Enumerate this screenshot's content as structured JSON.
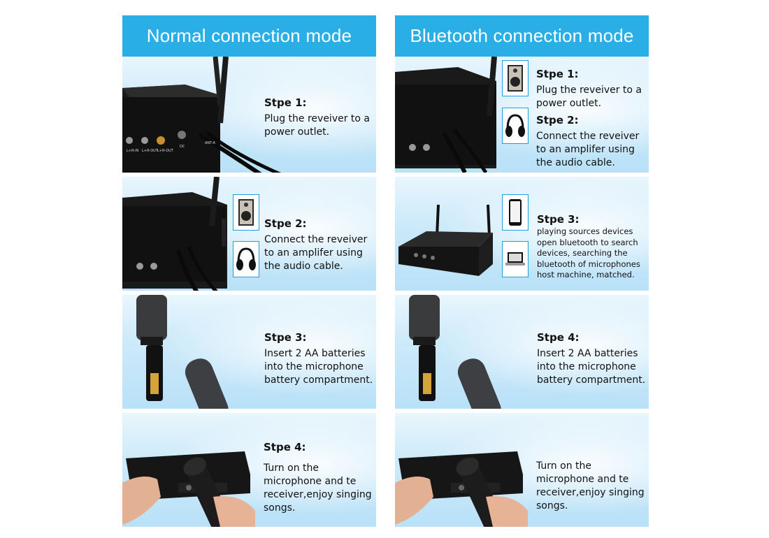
{
  "left": {
    "header": "Normal connection mode",
    "steps": [
      {
        "title": "Stpe 1:",
        "body": "Plug the reveiver to a power outlet."
      },
      {
        "title": "Stpe 2:",
        "body": "Connect the reveiver to an amplifer using the audio cable."
      },
      {
        "title": "Stpe 3:",
        "body": "Insert 2 AA batteries into the microphone battery compartment."
      },
      {
        "title": "Stpe 4:",
        "body": "Turn on the microphone and te receiver,enjoy singing songs."
      }
    ]
  },
  "right": {
    "header": "Bluetooth connection mode",
    "steps": [
      {
        "title": "Stpe 1:",
        "body": "Plug the reveiver to a power outlet."
      },
      {
        "title": "Stpe 2:",
        "body": "Connect the reveiver to an amplifer using the audio cable."
      },
      {
        "title": "Stpe 3:",
        "body": "playing sources devices open bluetooth to search devices, searching the bluetooth of microphones host machine, matched."
      },
      {
        "title": "Stpe 4:",
        "body": "Insert 2 AA batteries into the microphone battery compartment."
      },
      {
        "title": "",
        "body": "Turn on the microphone and te receiver,enjoy singing songs."
      }
    ]
  },
  "port_labels": [
    "L+R-IN",
    "L+R-OUT",
    "L+R-OUT",
    "DC",
    "ANT-A"
  ],
  "icons": [
    "speaker-icon",
    "headphones-icon",
    "smartphone-icon",
    "laptop-icon"
  ],
  "colors": {
    "header_bg": "#2aaee6",
    "header_text": "#ffffff",
    "panel_bg": "#cdeafa",
    "icon_border": "#1aa0de"
  }
}
